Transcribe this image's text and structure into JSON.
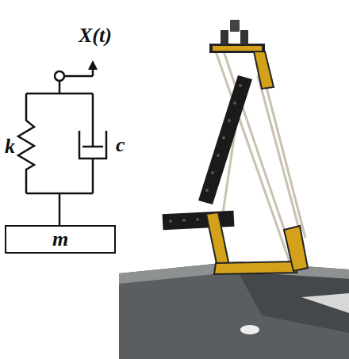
{
  "diagram": {
    "nodes": [
      {
        "text": [
          "m"
        ]
      }
    ],
    "labels": [
      "X(t)",
      "k",
      "c"
    ]
  }
}
